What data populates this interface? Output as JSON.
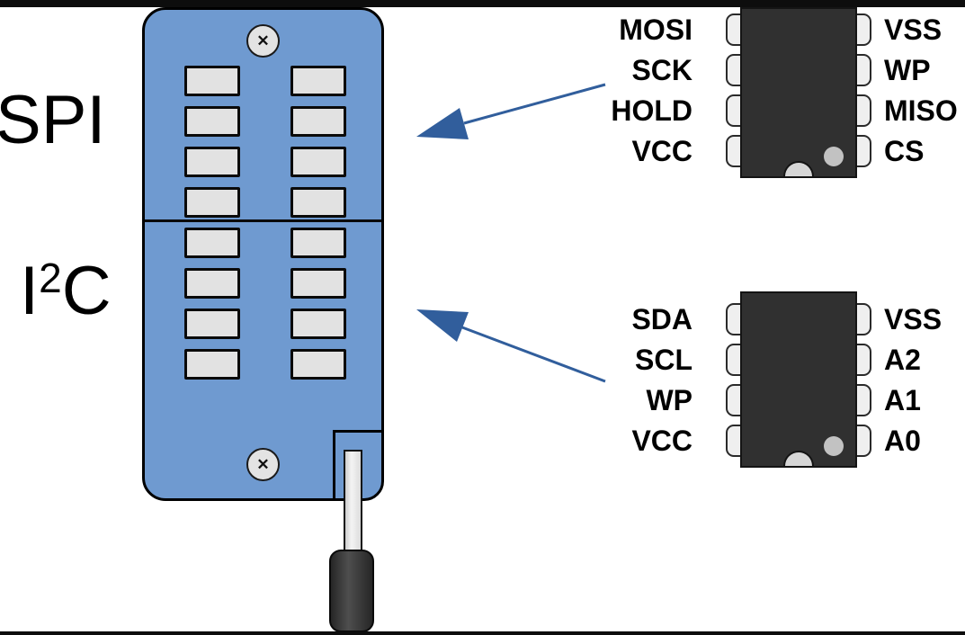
{
  "section_labels": {
    "spi": "SPI",
    "i2c_base": "I",
    "i2c_sup": "2",
    "i2c_tail": "C"
  },
  "icons": {
    "screw_glyph": "✕"
  },
  "socket": {
    "pin_columns": 2,
    "pin_rows": 8
  },
  "chips": [
    {
      "left_pins": [
        "MOSI",
        "SCK",
        "HOLD",
        "VCC"
      ],
      "right_pins": [
        "VSS",
        "WP",
        "MISO",
        "CS"
      ]
    },
    {
      "left_pins": [
        "SDA",
        "SCL",
        "WP",
        "VCC"
      ],
      "right_pins": [
        "VSS",
        "A2",
        "A1",
        "A0"
      ]
    }
  ],
  "colors": {
    "socket_blue": "#6f9ad0",
    "pad_gray": "#e2e2e2",
    "chip_dark": "#303030",
    "chip_pin_gray": "#efefef",
    "arrow_blue": "#315e9c",
    "screw_gray": "#e3e3e3"
  }
}
